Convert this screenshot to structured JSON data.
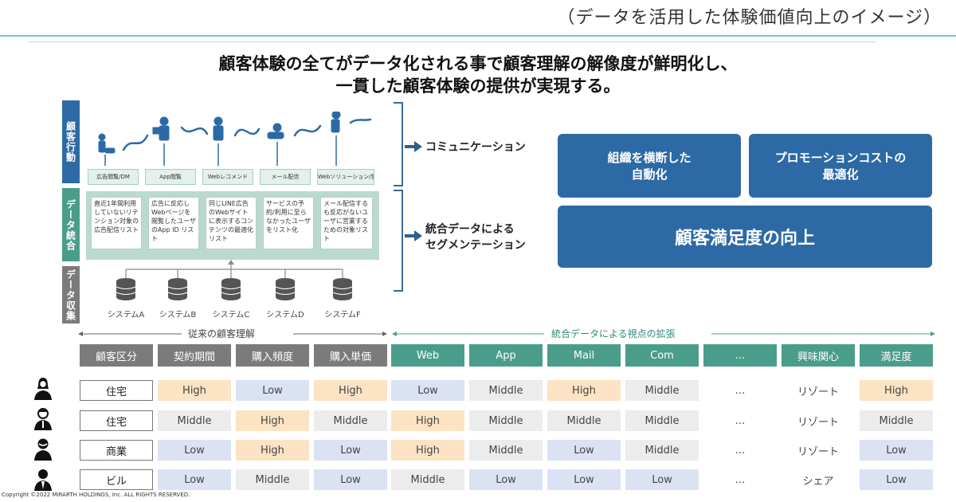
{
  "subtitle": "（データを活用した体験価値向上のイメージ）",
  "headline": {
    "line1": "顧客体験の全てがデータ化される事で顧客理解の解像度が鮮明化し、",
    "line2": "一貫した顧客体験の提供が実現する。"
  },
  "sidebar": {
    "behavior": "顧客行動",
    "integration": "データ統合",
    "collection": "データ収集"
  },
  "touchpoints": [
    "広告閲覧/DM",
    "App閲覧",
    "Webレコメンド",
    "メール配信",
    "Webソリューション/営業商談"
  ],
  "segments": [
    "直近1年間利用していないリテンション対象の広告配信リスト",
    "広告に反応しWebページを閲覧したユーザのApp ID リスト",
    "同じLINE広告のWebサイトに表示するコンテンツの最適化リスト",
    "サービスの予約/利用に至らなかったユーザをリスト化",
    "メール配信するも反応がないユーザに営業するための対象リスト"
  ],
  "systems": [
    "システムA",
    "システムB",
    "システムC",
    "システムD",
    "システムF"
  ],
  "arrows": {
    "communication": "コミュニケーション",
    "segmentation_line1": "統合データによる",
    "segmentation_line2": "セグメンテーション"
  },
  "boxes": {
    "cross_org_line1": "組織を横断した",
    "cross_org_line2": "自動化",
    "promo_line1": "プロモーションコストの",
    "promo_line2": "最適化",
    "satisfaction": "顧客満足度の向上"
  },
  "sections": {
    "traditional": "従来の顧客理解",
    "integrated": "統合データによる視点の拡張"
  },
  "table": {
    "headers": [
      "顧客区分",
      "契約期間",
      "購入頻度",
      "購入単価",
      "Web",
      "App",
      "Mail",
      "Com",
      "…",
      "興味関心",
      "満足度"
    ],
    "rows": [
      [
        "住宅",
        "High",
        "Low",
        "High",
        "Low",
        "Middle",
        "High",
        "Middle",
        "…",
        "リゾート",
        "High"
      ],
      [
        "住宅",
        "Middle",
        "High",
        "Middle",
        "High",
        "Middle",
        "Middle",
        "Middle",
        "…",
        "リゾート",
        "Middle"
      ],
      [
        "商業",
        "Low",
        "High",
        "Low",
        "High",
        "Middle",
        "Low",
        "Middle",
        "…",
        "リゾート",
        "Low"
      ],
      [
        "ビル",
        "Low",
        "Middle",
        "Low",
        "Middle",
        "Low",
        "Low",
        "Low",
        "…",
        "シェア",
        "Low"
      ]
    ]
  },
  "copyright": "Copyright ©2022 MIRARTH HOLDINGS, Inc. ALL RIGHTS RESERVED.",
  "colors": {
    "accent_blue": "#2d6aa5",
    "teal": "#4a9d8b",
    "high": "#fbe3c4",
    "low": "#dbe2f4",
    "middle": "#ececec"
  }
}
